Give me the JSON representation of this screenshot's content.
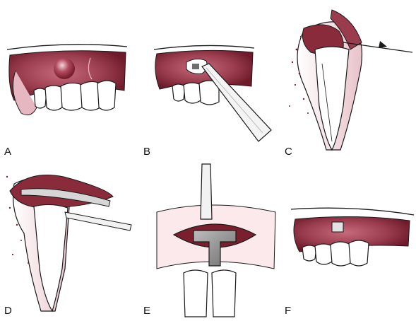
{
  "panels": [
    {
      "id": "A",
      "label": "A"
    },
    {
      "id": "B",
      "label": "B"
    },
    {
      "id": "C",
      "label": "C"
    },
    {
      "id": "D",
      "label": "D"
    },
    {
      "id": "E",
      "label": "E"
    },
    {
      "id": "F",
      "label": "F"
    }
  ],
  "colors": {
    "tissue_dark": "#7a1f2e",
    "tissue_mid": "#a5475a",
    "tissue_light": "#d9a3ad",
    "tooth": "#ffffff",
    "outline": "#1a1a1a",
    "instrument": "#f2f2f2",
    "implant_gray": "#8c8c8c"
  }
}
